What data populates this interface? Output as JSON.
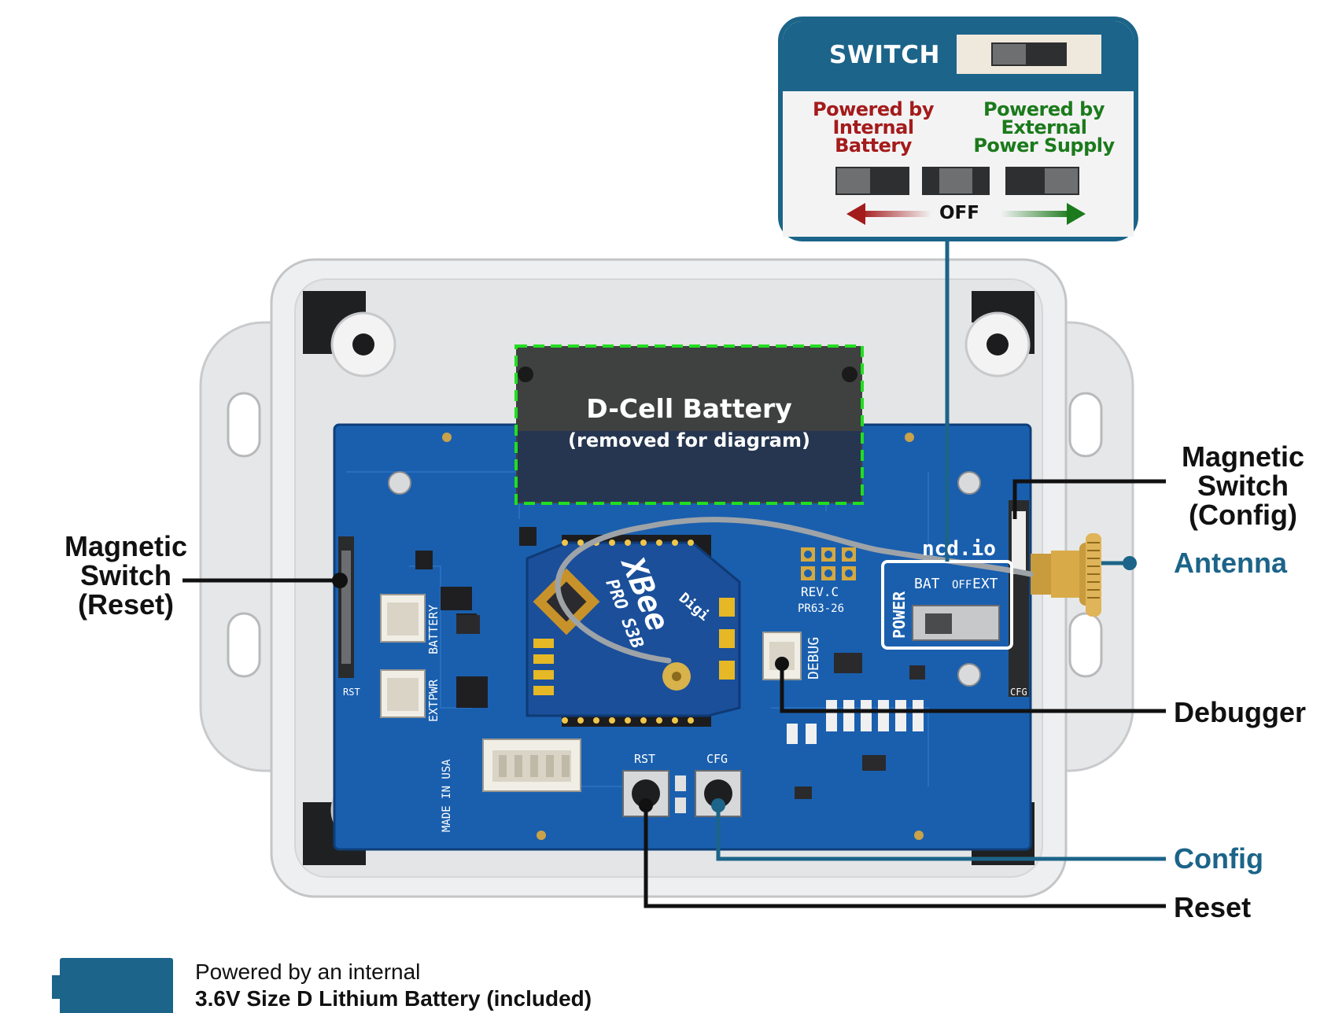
{
  "switch_box": {
    "title": "SWITCH",
    "option_left": [
      "Powered by",
      "Internal",
      "Battery"
    ],
    "option_right": [
      "Powered by",
      "External",
      "Power Supply"
    ],
    "off_label": "OFF",
    "colors": {
      "header": "#1c6489",
      "left": "#a41b1b",
      "right": "#1b7a1b"
    }
  },
  "battery_area": {
    "title": "D-Cell Battery",
    "subtitle": "(removed for diagram)",
    "border_color": "#22dd22"
  },
  "callouts": {
    "mag_reset": [
      "Magnetic",
      "Switch",
      "(Reset)"
    ],
    "mag_config": [
      "Magnetic",
      "Switch",
      "(Config)"
    ],
    "antenna": "Antenna",
    "debugger": "Debugger",
    "config": "Config",
    "reset": "Reset"
  },
  "board": {
    "brand": "ncd.io",
    "power_label": "POWER",
    "bat": "BAT",
    "off": "OFF",
    "ext": "EXT",
    "rev": "REV.C",
    "part": "PR63-26",
    "debug": "DEBUG",
    "battery_conn": "BATTERY",
    "extpwr_conn": "EXTPWR",
    "rst_btn": "RST",
    "cfg_btn": "CFG",
    "made": "MADE IN USA",
    "xbee": "XBee",
    "xbee_model": "PRO S3B",
    "digi": "Digi",
    "rst_side": "RST",
    "cfg_side": "CFG"
  },
  "legend": {
    "line1": "Powered by an internal",
    "line2": "3.6V Size D  Lithium Battery (included)",
    "color": "#1c6489"
  }
}
